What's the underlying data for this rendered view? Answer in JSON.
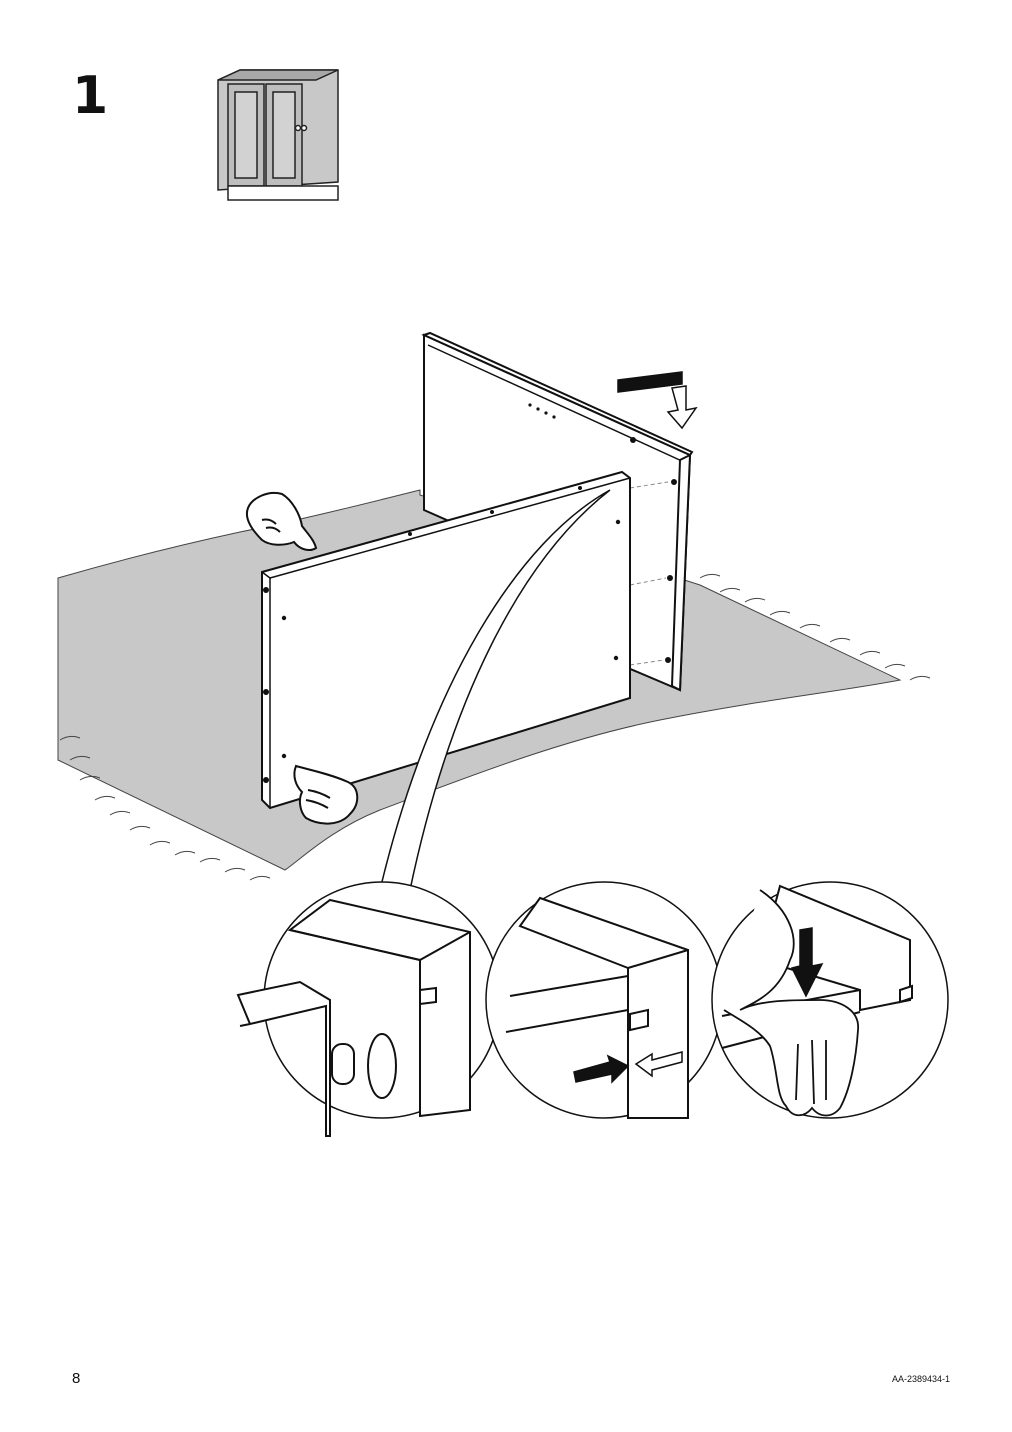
{
  "step": {
    "number": "1"
  },
  "footer": {
    "page_number": "8",
    "document_code": "AA-2389434-1"
  },
  "icons": [
    "cabinet-thumbnail-icon",
    "hand-pointing-icon",
    "down-arrow-icon",
    "right-arrow-icon"
  ]
}
